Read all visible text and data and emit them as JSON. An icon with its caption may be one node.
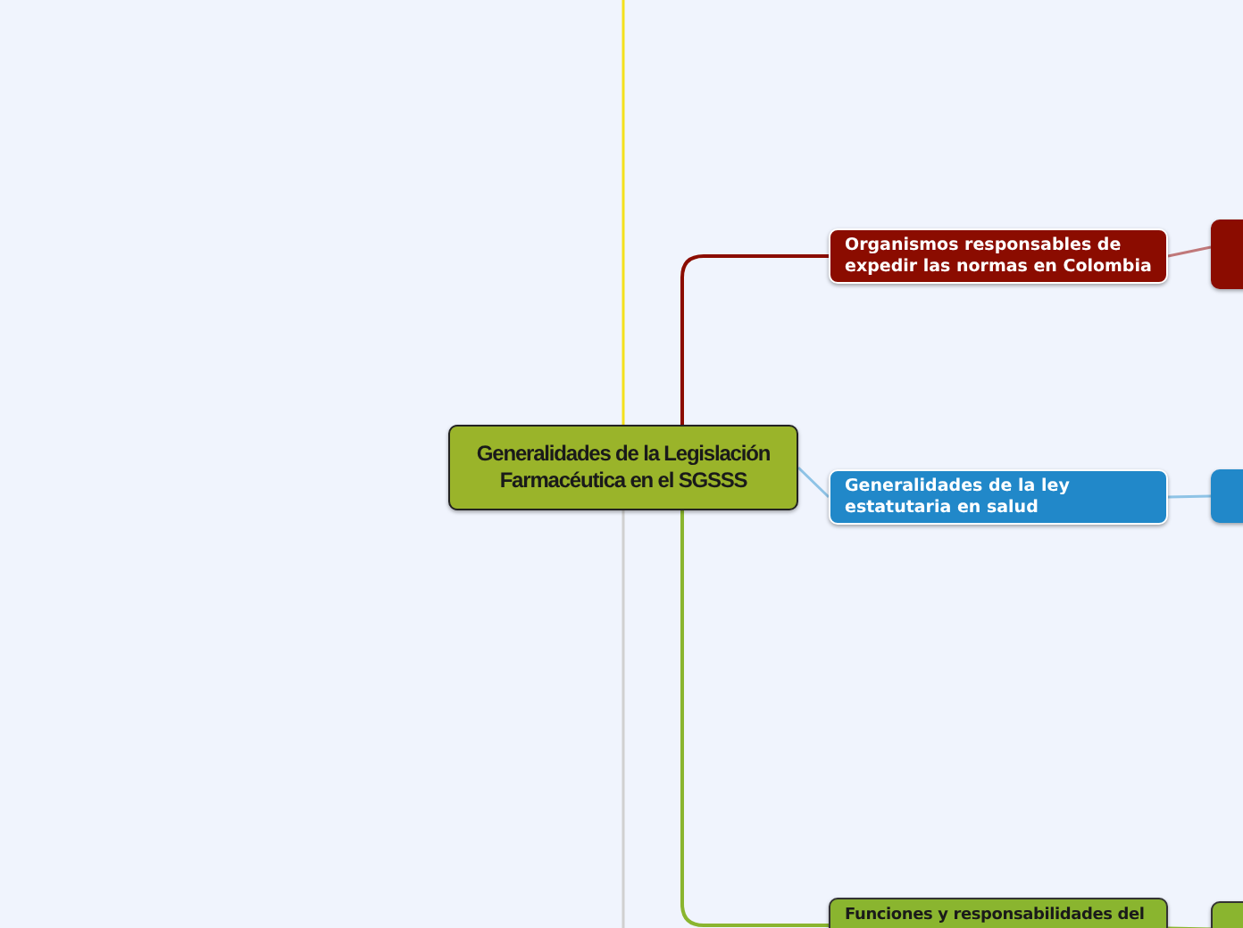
{
  "diagram": {
    "nodes": [
      {
        "text": [
          "Generalidades de la Legislación Farmacéutica en el SGSSS"
        ]
      },
      {
        "text": [
          "Organismos responsables de expedir las normas en Colombia"
        ]
      },
      {
        "text": [
          "Generalidades de la ley estatutaria en salud"
        ]
      },
      {
        "text": [
          "Funciones y responsabilidades del"
        ]
      },
      {
        "text": [],
        "shape": "box"
      },
      {
        "text": [],
        "shape": "box"
      },
      {
        "text": [],
        "shape": "box"
      }
    ],
    "edges": [
      {
        "from": 0,
        "to": null,
        "arrow": "none",
        "color": "#f5e11b"
      },
      {
        "from": 0,
        "to": 1,
        "arrow": "none",
        "color": "#8b0c00"
      },
      {
        "from": 0,
        "to": 2,
        "arrow": "none",
        "color": "#8ec3e6"
      },
      {
        "from": 0,
        "to": 3,
        "arrow": "none",
        "color": "#8ab52f"
      },
      {
        "from": 0,
        "to": null,
        "arrow": "none",
        "color": "#d0d0d0"
      },
      {
        "from": 1,
        "to": 4,
        "arrow": "none",
        "color": "#c0787a"
      },
      {
        "from": 2,
        "to": 5,
        "arrow": "none",
        "color": "#8ec3e6"
      },
      {
        "from": 3,
        "to": 6,
        "arrow": "none",
        "color": "#8ab52f"
      }
    ]
  }
}
